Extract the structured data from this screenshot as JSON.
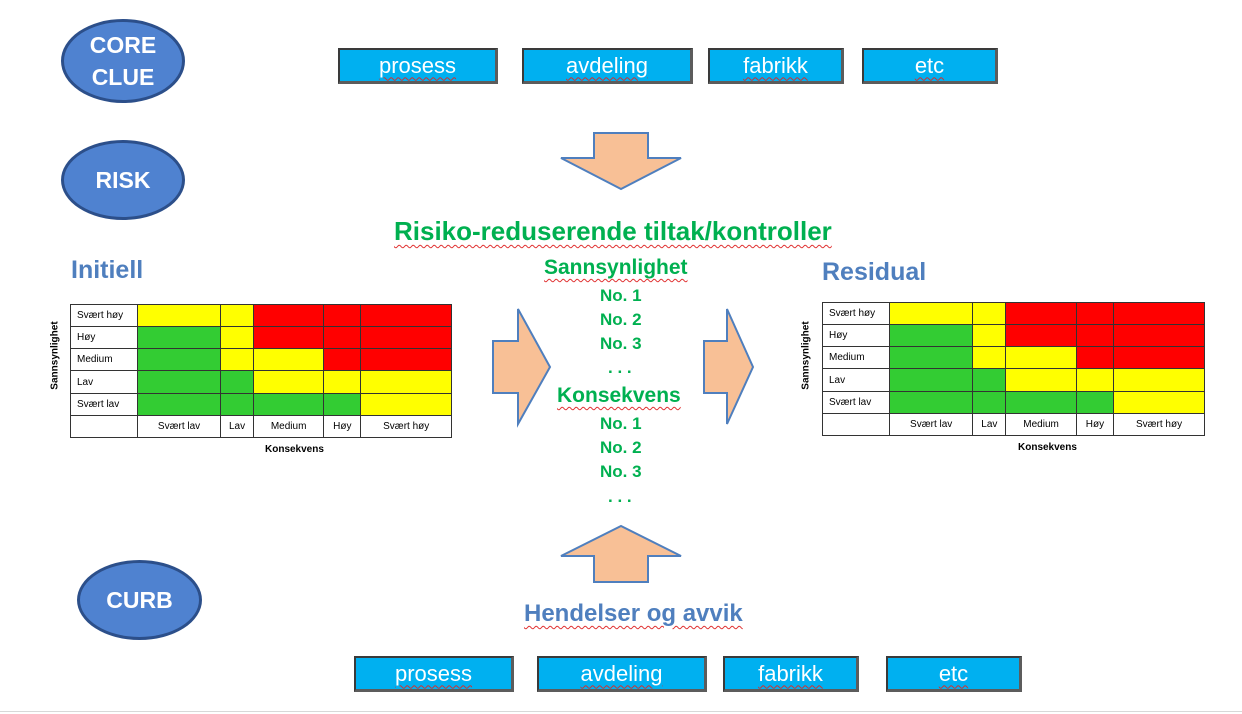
{
  "labels": {
    "core_clue": [
      "CORE",
      "CLUE"
    ],
    "risk": "RISK",
    "curb": "CURB"
  },
  "top_tags": [
    "prosess",
    "avdeling",
    "fabrikk",
    "etc"
  ],
  "bottom_tags": [
    "prosess",
    "avdeling",
    "fabrikk",
    "etc"
  ],
  "center": {
    "title": "Risiko-reduserende tiltak/kontroller",
    "sannsynlighet": "Sannsynlighet",
    "sannsynlighet_items": [
      "No. 1",
      "No. 2",
      "No. 3",
      ". . ."
    ],
    "konsekvens": "Konsekvens",
    "konsekvens_items": [
      "No. 1",
      "No. 2",
      "No. 3",
      ". . ."
    ]
  },
  "bottom_title": "Hendelser og avvik",
  "initiell": {
    "title": "Initiell",
    "y_axis": "Sannsynlighet",
    "x_axis": "Konsekvens",
    "rows": [
      "Svært høy",
      "Høy",
      "Medium",
      "Lav",
      "Svært lav"
    ],
    "cols": [
      "Svært lav",
      "Lav",
      "Medium",
      "Høy",
      "Svært høy"
    ],
    "cells": [
      [
        "yellow",
        "yellow",
        "red",
        "red",
        "red"
      ],
      [
        "green",
        "yellow",
        "red",
        "red",
        "red"
      ],
      [
        "green",
        "yellow",
        "yellow",
        "red",
        "red"
      ],
      [
        "green",
        "green",
        "yellow",
        "yellow",
        "yellow"
      ],
      [
        "green",
        "green",
        "green",
        "green",
        "yellow"
      ]
    ]
  },
  "residual": {
    "title": "Residual",
    "y_axis": "Sannsynlighet",
    "x_axis": "Konsekvens",
    "rows": [
      "Svært høy",
      "Høy",
      "Medium",
      "Lav",
      "Svært lav"
    ],
    "cols": [
      "Svært lav",
      "Lav",
      "Medium",
      "Høy",
      "Svært høy"
    ],
    "cells": [
      [
        "yellow",
        "yellow",
        "red",
        "red",
        "red"
      ],
      [
        "green",
        "yellow",
        "red",
        "red",
        "red"
      ],
      [
        "green",
        "yellow",
        "yellow",
        "red",
        "red"
      ],
      [
        "green",
        "green",
        "yellow",
        "yellow",
        "yellow"
      ],
      [
        "green",
        "green",
        "green",
        "green",
        "yellow"
      ]
    ]
  },
  "colors": {
    "ellipse_fill": "#4f82d0",
    "tag_fill": "#00b0f0",
    "arrow_fill": "#f8c096",
    "title_green": "#00b050",
    "title_blue": "#4f7fbe",
    "matrix_green": "#33cc33",
    "matrix_yellow": "#ffff00",
    "matrix_red": "#ff0000"
  }
}
